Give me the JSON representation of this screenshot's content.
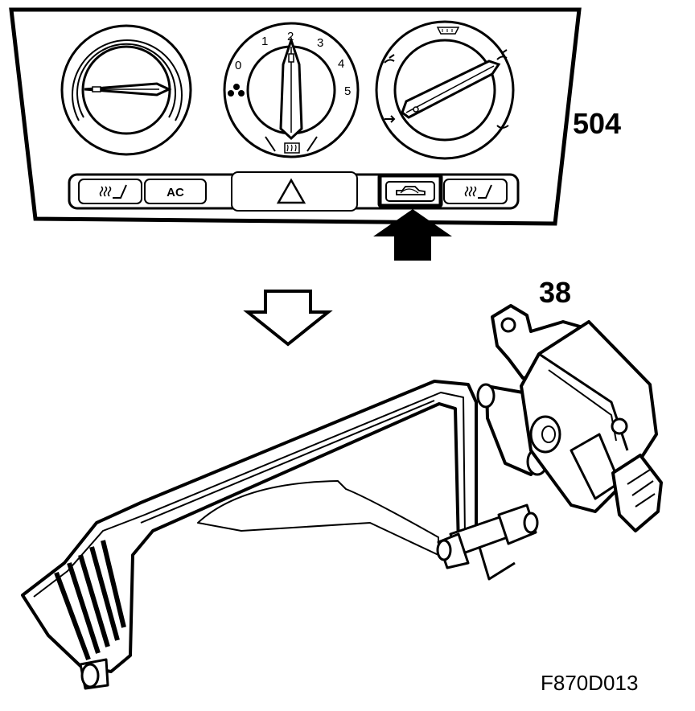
{
  "callouts": {
    "control_panel": "504",
    "actuator": "38"
  },
  "figure_code": "F870D013",
  "fan_dial": {
    "labels": [
      "0",
      "1",
      "2",
      "3",
      "4",
      "5"
    ]
  },
  "buttons": {
    "ac_label": "AC"
  }
}
